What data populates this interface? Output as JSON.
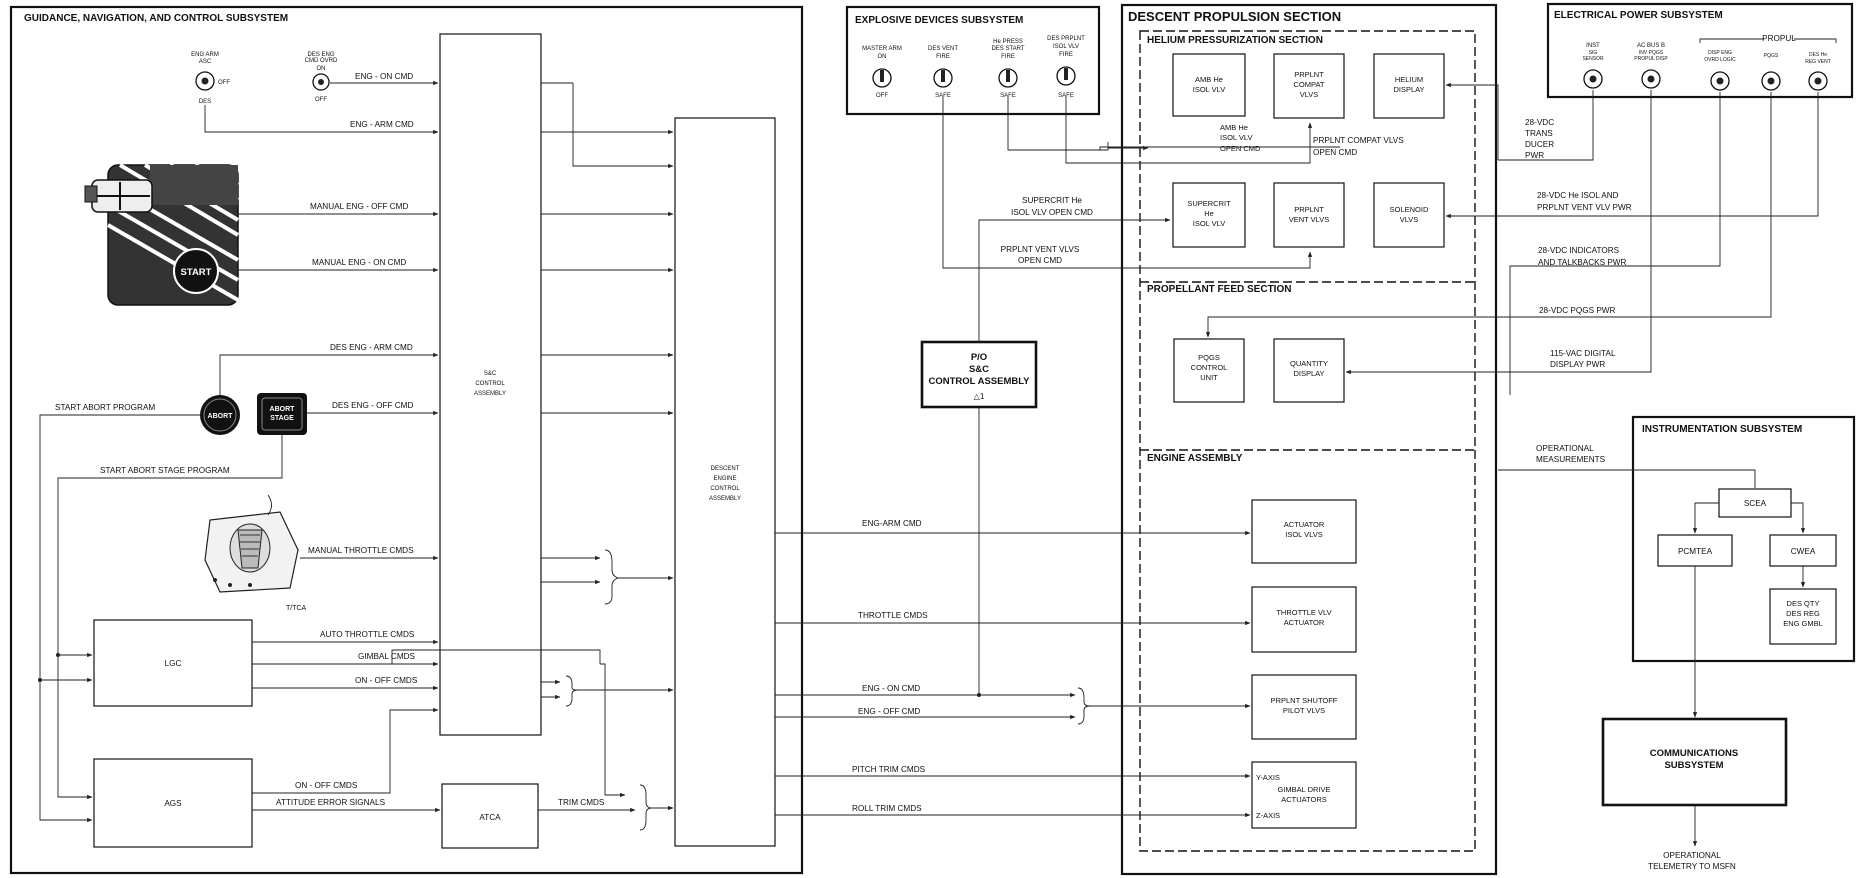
{
  "sections": {
    "gnc": "GUIDANCE, NAVIGATION, AND CONTROL SUBSYSTEM",
    "eds": "EXPLOSIVE DEVICES SUBSYSTEM",
    "dps": "DESCENT PROPULSION SECTION",
    "helium": "HELIUM PRESSURIZATION SECTION",
    "feed": "PROPELLANT FEED SECTION",
    "engine": "ENGINE ASSEMBLY",
    "eps": "ELECTRICAL POWER SUBSYSTEM",
    "eps_propul": "PROPUL",
    "instrumentation": "INSTRUMENTATION SUBSYSTEM"
  },
  "switches": {
    "eng_arm": [
      "ENG ARM",
      "ASC",
      "OFF",
      "DES"
    ],
    "des_eng_ovrd": [
      "DES ENG",
      "CMD OVRD",
      "ON",
      "OFF"
    ],
    "master_arm": [
      "MASTER ARM",
      "ON",
      "OFF"
    ],
    "des_vent": [
      "DES VENT",
      "FIRE",
      "SAFE"
    ],
    "he_press": [
      "He PRESS",
      "DES START",
      "FIRE",
      "SAFE"
    ],
    "des_prplnt": [
      "DES PRPLNT",
      "ISOL VLV",
      "FIRE",
      "SAFE"
    ],
    "inst": [
      "INST",
      "SIG",
      "SENSOR"
    ],
    "ac_bus_b": [
      "AC BUS B",
      "INV PQGS",
      "PROPUL DISP"
    ],
    "disp_eng": [
      "DISP ENG",
      "OVRD LOGIC"
    ],
    "pqgs": [
      "PQGS"
    ],
    "des_he": [
      "DES He",
      "REG VENT"
    ]
  },
  "controls": {
    "start": "START",
    "abort": "ABORT",
    "abort_stage": [
      "ABORT",
      "STAGE"
    ],
    "ttca": "T/TCA"
  },
  "boxes": {
    "sc_control": [
      "S&C",
      "CONTROL",
      "ASSEMBLY"
    ],
    "decs": [
      "DESCENT",
      "ENGINE",
      "CONTROL",
      "ASSEMBLY"
    ],
    "lgc": "LGC",
    "ags": "AGS",
    "atca": "ATCA",
    "po_sc": [
      "P/O",
      "S&C",
      "CONTROL ASSEMBLY",
      "△1"
    ],
    "amb_he": [
      "AMB He",
      "ISOL VLV"
    ],
    "prplnt_compat": [
      "PRPLNT",
      "COMPAT",
      "VLVS"
    ],
    "helium_display": [
      "HELIUM",
      "DISPLAY"
    ],
    "supercrit_he": [
      "SUPERCRIT",
      "He",
      "ISOL VLV"
    ],
    "prplnt_vent": [
      "PRPLNT",
      "VENT VLVS"
    ],
    "solenoid": [
      "SOLENOID",
      "VLVS"
    ],
    "pqgs_unit": [
      "PQGS",
      "CONTROL",
      "UNIT"
    ],
    "quantity_display": [
      "QUANTITY",
      "DISPLAY"
    ],
    "actuator_isol": [
      "ACTUATOR",
      "ISOL VLVS"
    ],
    "throttle_vlv": [
      "THROTTLE VLV",
      "ACTUATOR"
    ],
    "prplnt_shutoff": [
      "PRPLNT SHUTOFF",
      "PILOT VLVS"
    ],
    "gimbal": [
      "GIMBAL DRIVE",
      "ACTUATORS"
    ],
    "y_axis": "Y-AXIS",
    "z_axis": "Z-AXIS",
    "scea": "SCEA",
    "pcmtea": "PCMTEA",
    "cwea": "CWEA",
    "des_qty": [
      "DES QTY",
      "DES REG",
      "ENG GMBL"
    ],
    "comms": [
      "COMMUNICATIONS",
      "SUBSYSTEM"
    ]
  },
  "signals": {
    "eng_on_cmd_top": "ENG - ON CMD",
    "eng_arm_cmd_top": "ENG - ARM CMD",
    "manual_eng_off": "MANUAL ENG - OFF CMD",
    "manual_eng_on": "MANUAL ENG - ON CMD",
    "des_eng_arm": "DES ENG - ARM CMD",
    "des_eng_off": "DES ENG - OFF CMD",
    "start_abort": "START ABORT PROGRAM",
    "start_abort_stage": "START ABORT STAGE PROGRAM",
    "manual_throttle": "MANUAL THROTTLE CMDS",
    "auto_throttle": "AUTO THROTTLE CMDS",
    "gimbal_cmds": "GIMBAL CMDS",
    "on_off_cmds": "ON - OFF CMDS",
    "on_off_cmds_ags": "ON - OFF CMDS",
    "attitude_error": "ATTITUDE ERROR SIGNALS",
    "trim_cmds": "TRIM CMDS",
    "eng_arm_cmd": "ENG-ARM CMD",
    "throttle_cmds": "THROTTLE CMDS",
    "eng_on_cmd": "ENG - ON CMD",
    "eng_off_cmd": "ENG - OFF CMD",
    "pitch_trim": "PITCH TRIM CMDS",
    "roll_trim": "ROLL TRIM CMDS",
    "supercrit_open": [
      "SUPERCRIT He",
      "ISOL VLV   OPEN CMD"
    ],
    "prplnt_vent_open": [
      "PRPLNT VENT VLVS",
      "OPEN CMD"
    ],
    "amb_he_open": [
      "AMB He",
      "ISOL VLV",
      "OPEN CMD"
    ],
    "prplnt_compat_open": [
      "PRPLNT COMPAT VLVS",
      "OPEN CMD"
    ],
    "pwr_28_trans": [
      "28-VDC",
      "TRANS",
      "DUCER",
      "PWR"
    ],
    "pwr_28_he": [
      "28-VDC He ISOL AND",
      "PRPLNT VENT VLV PWR"
    ],
    "pwr_28_ind": [
      "28-VDC INDICATORS",
      "AND TALKBACKS PWR"
    ],
    "pwr_28_pqgs": "28-VDC PQGS PWR",
    "pwr_115": [
      "115-VAC DIGITAL",
      "DISPLAY PWR"
    ],
    "op_meas": [
      "OPERATIONAL",
      "MEASUREMENTS"
    ],
    "op_telemetry": [
      "OPERATIONAL",
      "TELEMETRY   TO MSFN"
    ]
  }
}
